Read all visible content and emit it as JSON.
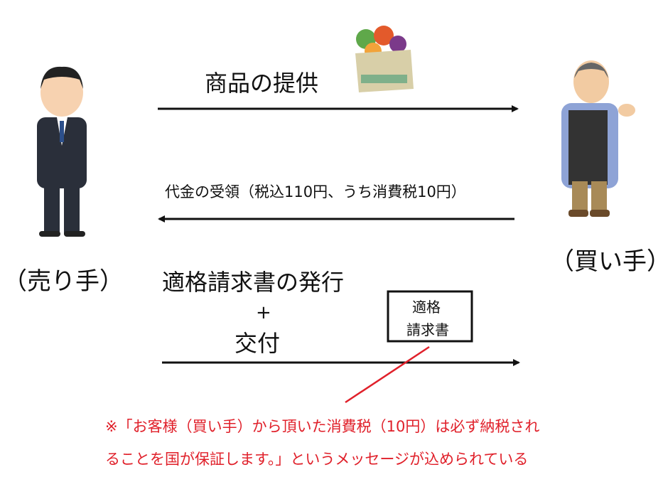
{
  "seller_label": "（売り手）",
  "buyer_label": "（買い手）",
  "arrow1_label": "商品の提供",
  "arrow2_label": "代金の受領（税込110円、うち消費税10円）",
  "arrow3_label_line1": "適格請求書の発行",
  "arrow3_plus": "+",
  "arrow3_label_line2": "交付",
  "invoice_box_line1": "適格",
  "invoice_box_line2": "請求書",
  "note_line1": "※「お客様（買い手）から頂いた消費税（10円）は必ず納税され",
  "note_line2": "ることを国が保証します。」というメッセージが込められている",
  "colors": {
    "note": "#e0202a",
    "line": "#111111"
  }
}
